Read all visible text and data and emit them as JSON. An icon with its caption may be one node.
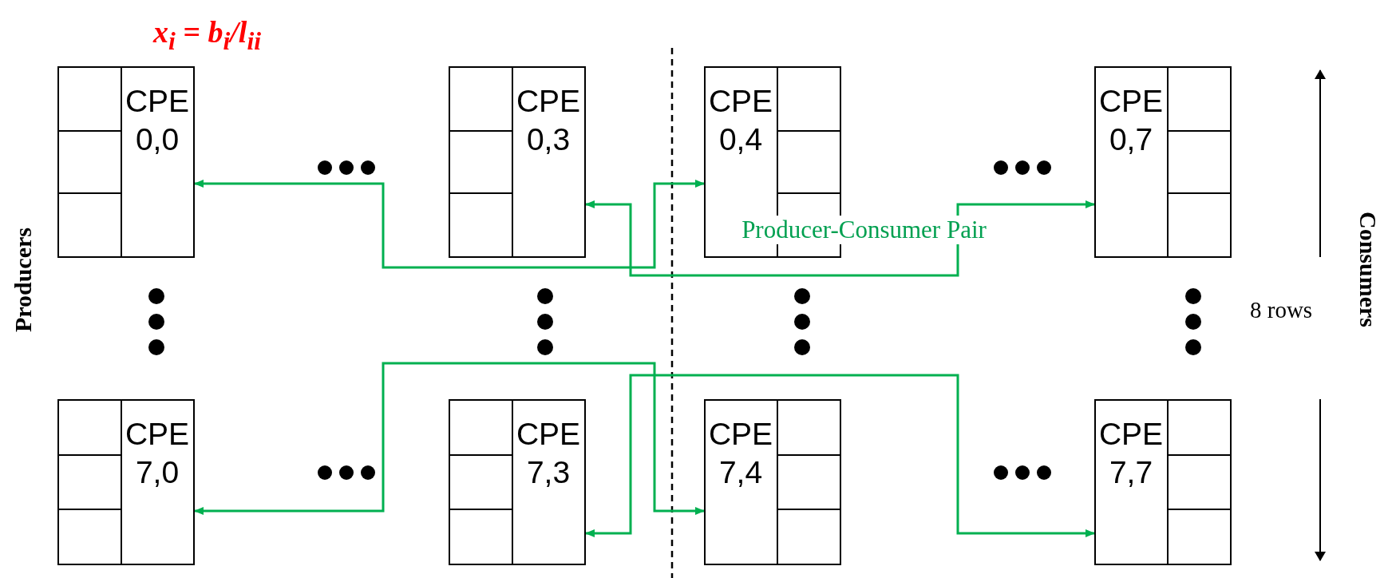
{
  "diagram": {
    "nodes": [
      {
        "text": [
          "CPE 0,0"
        ]
      },
      {
        "text": [
          "CPE 0,3"
        ]
      },
      {
        "text": [
          "CPE 0,4"
        ]
      },
      {
        "text": [
          "CPE 0,7"
        ]
      },
      {
        "text": [
          "CPE 7,0"
        ]
      },
      {
        "text": [
          "CPE 7,3"
        ]
      },
      {
        "text": [
          "CPE 7,4"
        ]
      },
      {
        "text": [
          "CPE 7,7"
        ]
      }
    ],
    "edges": [
      {
        "from": 0,
        "to": 2,
        "arrow": "both"
      },
      {
        "from": 1,
        "to": 3,
        "arrow": "both",
        "label": "Producer-Consumer Pair"
      },
      {
        "from": 4,
        "to": 6,
        "arrow": "both"
      },
      {
        "from": 5,
        "to": 7,
        "arrow": "both"
      }
    ],
    "labels": [
      "x$_{i}$ = b$_{i}$/l$_{ii}$",
      "Producers",
      "8 rows",
      "Consumers"
    ]
  }
}
